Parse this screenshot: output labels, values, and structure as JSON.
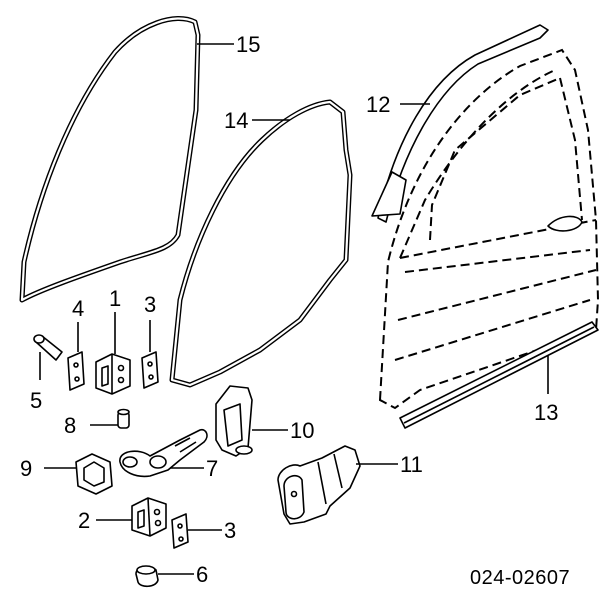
{
  "figure_code": "024-02607",
  "callouts": [
    "1",
    "2",
    "3",
    "3",
    "4",
    "5",
    "6",
    "7",
    "8",
    "9",
    "10",
    "11",
    "12",
    "13",
    "14",
    "15"
  ]
}
